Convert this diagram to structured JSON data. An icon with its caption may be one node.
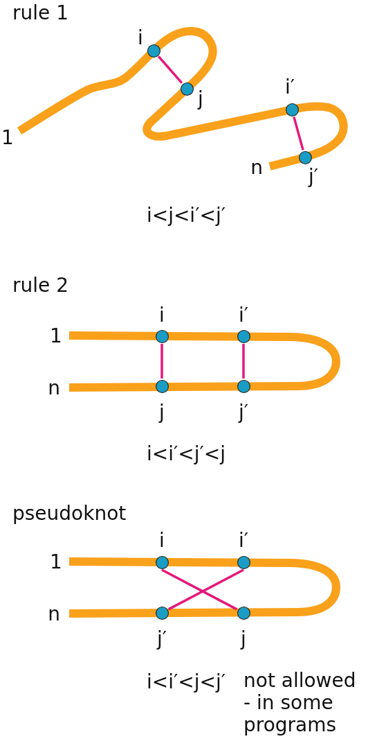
{
  "diagram": {
    "nodes": [
      {
        "text": [],
        "shape": "circle",
        "beside": [
          "i"
        ]
      },
      {
        "text": [],
        "shape": "circle",
        "beside": [
          "j"
        ]
      },
      {
        "text": [],
        "shape": "circle",
        "beside": [
          "i′"
        ]
      },
      {
        "text": [],
        "shape": "circle",
        "beside": [
          "j′"
        ]
      },
      {
        "text": [],
        "shape": "circle",
        "beside": [
          "i"
        ]
      },
      {
        "text": [],
        "shape": "circle",
        "beside": [
          "i′"
        ]
      },
      {
        "text": [],
        "shape": "circle",
        "beside": [
          "j"
        ]
      },
      {
        "text": [],
        "shape": "circle",
        "beside": [
          "j′"
        ]
      },
      {
        "text": [],
        "shape": "circle",
        "beside": [
          "i"
        ]
      },
      {
        "text": [],
        "shape": "circle",
        "beside": [
          "i′"
        ]
      },
      {
        "text": [],
        "shape": "circle",
        "beside": [
          "j′"
        ]
      },
      {
        "text": [],
        "shape": "circle",
        "beside": [
          "j"
        ]
      }
    ],
    "edges": [
      {
        "from": 0,
        "to": 1,
        "arrow": "none"
      },
      {
        "from": 2,
        "to": 3,
        "arrow": "none"
      },
      {
        "from": 4,
        "to": 6,
        "arrow": "none"
      },
      {
        "from": 5,
        "to": 7,
        "arrow": "none"
      },
      {
        "from": 8,
        "to": 11,
        "arrow": "none"
      },
      {
        "from": 9,
        "to": 10,
        "arrow": "none"
      }
    ],
    "labels": [
      "rule 1",
      "1",
      "n",
      "i<j<i′<j′",
      "rule 2",
      "1",
      "n",
      "i<i′<j′<j",
      "pseudoknot",
      "1",
      "n",
      "i<i′<j<j′",
      "not allowed - in some programs"
    ]
  }
}
